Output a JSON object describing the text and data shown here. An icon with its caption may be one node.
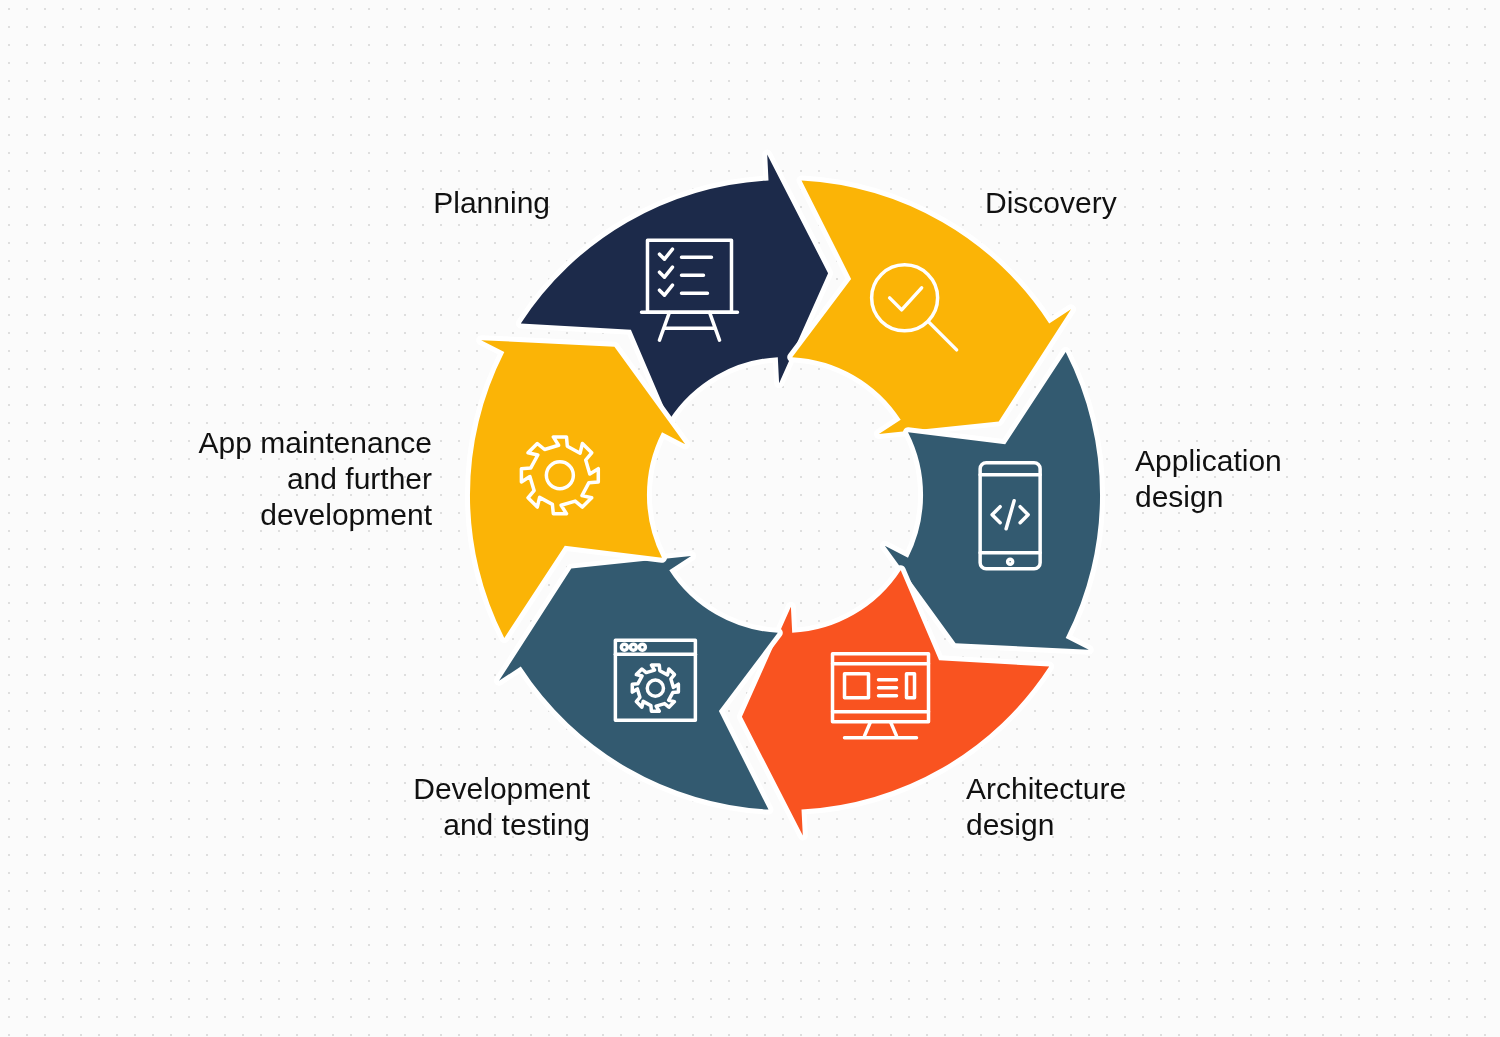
{
  "diagram": {
    "nodes": [
      {
        "text": [
          "Planning"
        ]
      },
      {
        "text": [
          "Discovery"
        ]
      },
      {
        "text": [
          "Application design"
        ]
      },
      {
        "text": [
          "Architecture design"
        ]
      },
      {
        "text": [
          "Development and testing"
        ]
      },
      {
        "text": [
          "App maintenance and further development"
        ]
      }
    ]
  }
}
